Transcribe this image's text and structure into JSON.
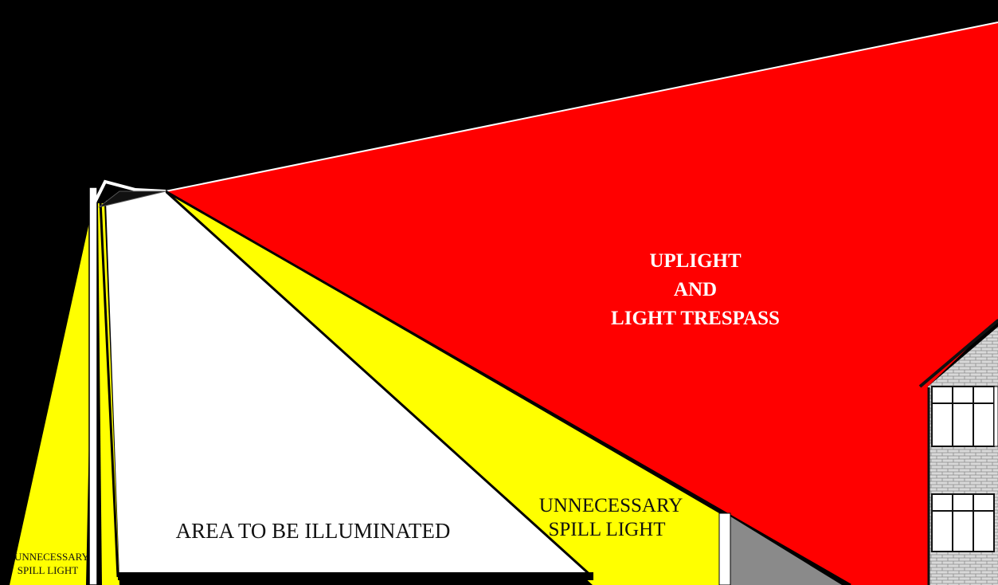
{
  "diagram": {
    "colors": {
      "sky": "#000000",
      "uplight_zone": "#ff0000",
      "spill_zone": "#ffff00",
      "target_zone": "#ffffff",
      "wall": "#888888",
      "brick": "#d8d8d8"
    },
    "labels": {
      "uplight_line1": "UPLIGHT",
      "uplight_line2": "AND",
      "uplight_line3": "LIGHT TRESPASS",
      "area": "AREA TO BE ILLUMINATED",
      "spill_right_line1": "UNNECESSARY",
      "spill_right_line2": "SPILL LIGHT",
      "spill_left_line1": "UNNECESSARY",
      "spill_left_line2": "SPILL LIGHT"
    }
  }
}
